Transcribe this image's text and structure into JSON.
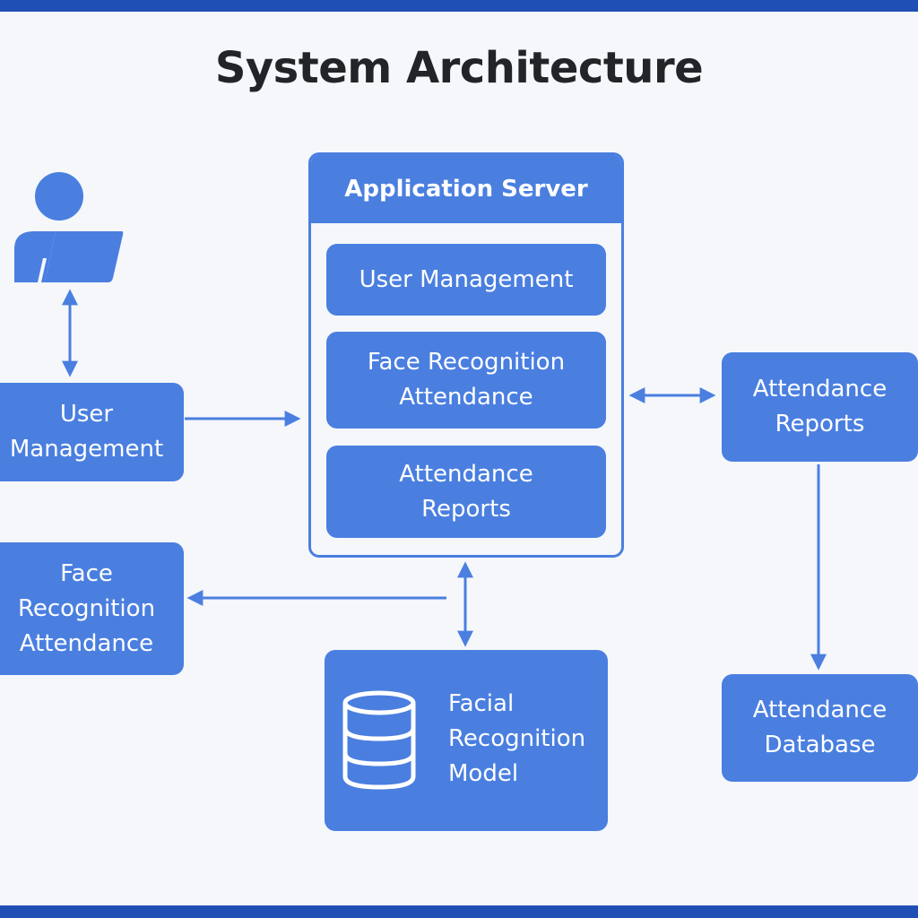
{
  "title": "System Architecture",
  "server": {
    "header": "Application Server",
    "modules": [
      {
        "label": "User Management"
      },
      {
        "label": "Face Recognition\nAttendance"
      },
      {
        "label": "Attendance\nReports"
      }
    ]
  },
  "left_nodes": [
    {
      "label": "User\nManagement"
    },
    {
      "label": "Face\nRecognition\nAttendance"
    }
  ],
  "right_nodes": [
    {
      "label": "Attendance\nReports"
    },
    {
      "label": "Attendance\nDatabase"
    }
  ],
  "model_node": {
    "label": "Facial\nRecognition\nModel"
  },
  "icons": {
    "user": "user-laptop-icon",
    "database": "database-icon"
  },
  "colors": {
    "box": "#4a7fe0",
    "frame": "#1f4fb5",
    "background": "#f5f7fb",
    "title": "#222428"
  }
}
